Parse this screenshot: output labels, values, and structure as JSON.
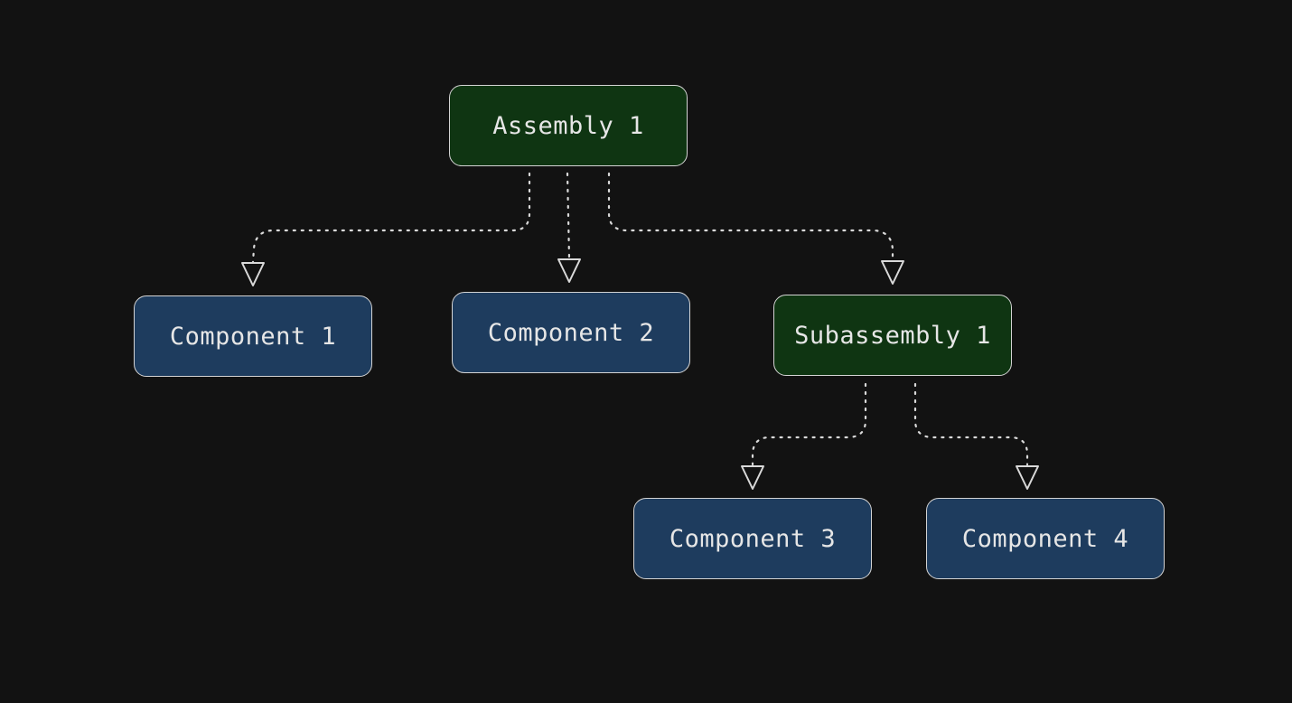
{
  "diagram": {
    "nodes": [
      {
        "id": "assembly-1",
        "label": "Assembly 1",
        "kind": "assembly"
      },
      {
        "id": "component-1",
        "label": "Component 1",
        "kind": "component"
      },
      {
        "id": "component-2",
        "label": "Component 2",
        "kind": "component"
      },
      {
        "id": "subassembly-1",
        "label": "Subassembly 1",
        "kind": "assembly"
      },
      {
        "id": "component-3",
        "label": "Component 3",
        "kind": "component"
      },
      {
        "id": "component-4",
        "label": "Component 4",
        "kind": "component"
      }
    ],
    "edges": [
      {
        "from": "assembly-1",
        "to": "component-1",
        "style": "dotted"
      },
      {
        "from": "assembly-1",
        "to": "component-2",
        "style": "dotted"
      },
      {
        "from": "assembly-1",
        "to": "subassembly-1",
        "style": "dotted"
      },
      {
        "from": "subassembly-1",
        "to": "component-3",
        "style": "dotted"
      },
      {
        "from": "subassembly-1",
        "to": "component-4",
        "style": "dotted"
      }
    ],
    "colors": {
      "background": "#121212",
      "assembly_fill": "#0f3512",
      "component_fill": "#1e3c5e",
      "stroke": "#d4d4d4",
      "text": "#e6e6e6"
    }
  }
}
